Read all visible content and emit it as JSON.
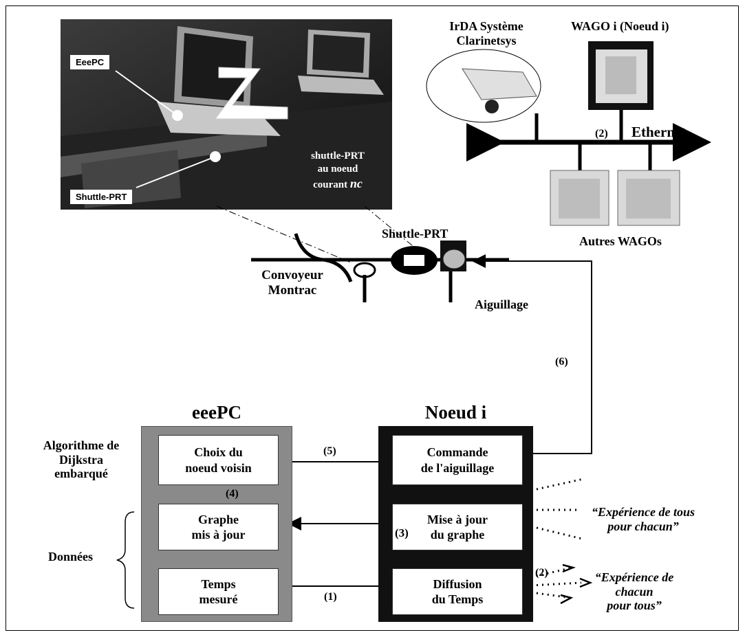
{
  "photo": {
    "tag_eeepc": "EeePC",
    "tag_shuttle": "Shuttle-PRT",
    "caption_l1": "shuttle-PRT",
    "caption_l2": "au noeud",
    "caption_l3": "courant",
    "caption_var": "nc"
  },
  "network": {
    "irda_l1": "IrDA Système",
    "irda_l2": "Clarinetsys",
    "wago": "WAGO i  (Noeud i)",
    "ethernet": "Ethernet",
    "step2_top": "(2)",
    "autres": "Autres WAGOs"
  },
  "track": {
    "shuttle": "Shuttle-PRT",
    "conv_l1": "Convoyeur",
    "conv_l2": "Montrac",
    "aiguillage": "Aiguillage"
  },
  "eeepc": {
    "title": "eeePC",
    "box1_l1": "Choix du",
    "box1_l2": "noeud voisin",
    "box2_l1": "Graphe",
    "box2_l2": "mis à jour",
    "box3_l1": "Temps",
    "box3_l2": "mesuré"
  },
  "noeud": {
    "title": "Noeud i",
    "box1_l1": "Commande",
    "box1_l2": "de l'aiguillage",
    "box2_l1": "Mise à jour",
    "box2_l2": "du graphe",
    "box3_l1": "Diffusion",
    "box3_l2": "du Temps"
  },
  "side": {
    "algo_l1": "Algorithme de",
    "algo_l2": "Dijkstra",
    "algo_l3": "embarqué",
    "donnees": "Données"
  },
  "steps": {
    "s1": "(1)",
    "s2": "(2)",
    "s3": "(3)",
    "s4": "(4)",
    "s5": "(5)",
    "s6": "(6)"
  },
  "quotes": {
    "q1_l1": "“Expérience de tous",
    "q1_l2": "pour chacun”",
    "q2_l1": "“Expérience de",
    "q2_l2": "chacun",
    "q2_l3": "pour tous”"
  }
}
